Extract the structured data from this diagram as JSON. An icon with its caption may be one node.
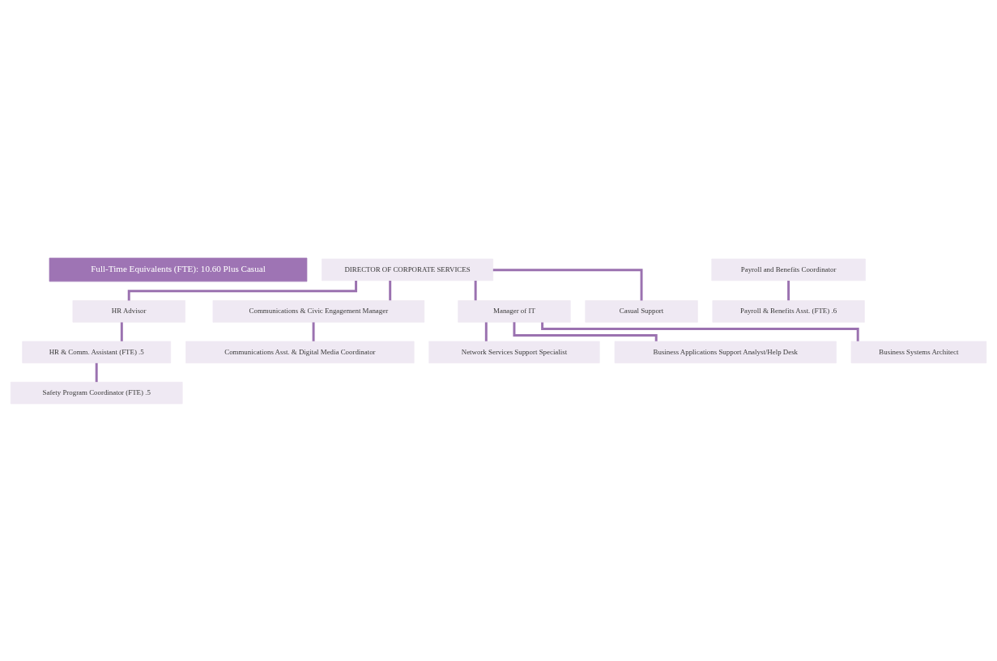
{
  "diagram": {
    "nodes": [
      {
        "text": [
          "Full-Time Equivalents (FTE): 10.60 Plus Casual"
        ]
      },
      {
        "text": [
          "DIRECTOR OF CORPORATE SERVICES"
        ]
      },
      {
        "text": [
          "HR Advisor"
        ]
      },
      {
        "text": [
          "Communications & Civic Engagement Manager"
        ]
      },
      {
        "text": [
          "Manager of IT"
        ]
      },
      {
        "text": [
          "HR & Comm. Assistant (FTE) .5"
        ]
      },
      {
        "text": [
          "Communications Asst. & Digital Media Coordinator"
        ]
      },
      {
        "text": [
          "Network Services Support Specialist"
        ]
      },
      {
        "text": [
          "Safety Program Coordinator (FTE) .5"
        ]
      },
      {
        "text": [
          "Business Applications Support Analyst/Help Desk"
        ]
      },
      {
        "text": [
          "Payroll and Benefits Coordinator"
        ]
      },
      {
        "text": [
          "Business Systems Architect"
        ]
      },
      {
        "text": [
          "Payroll & Benefits Asst. (FTE) .6"
        ]
      },
      {
        "text": [
          "Casual Support"
        ]
      }
    ],
    "edges": [
      {
        "from": 1,
        "to": 2,
        "arrow": "none"
      },
      {
        "from": 1,
        "to": 3,
        "arrow": "none"
      },
      {
        "from": 1,
        "to": 4,
        "arrow": "none"
      },
      {
        "from": 1,
        "to": 13,
        "arrow": "none"
      },
      {
        "from": 2,
        "to": 5,
        "arrow": "none"
      },
      {
        "from": 5,
        "to": 8,
        "arrow": "none"
      },
      {
        "from": 3,
        "to": 6,
        "arrow": "none"
      },
      {
        "from": 4,
        "to": 7,
        "arrow": "none"
      },
      {
        "from": 4,
        "to": 9,
        "arrow": "none"
      },
      {
        "from": 4,
        "to": 11,
        "arrow": "none"
      },
      {
        "from": 10,
        "to": 12,
        "arrow": "none"
      }
    ]
  }
}
